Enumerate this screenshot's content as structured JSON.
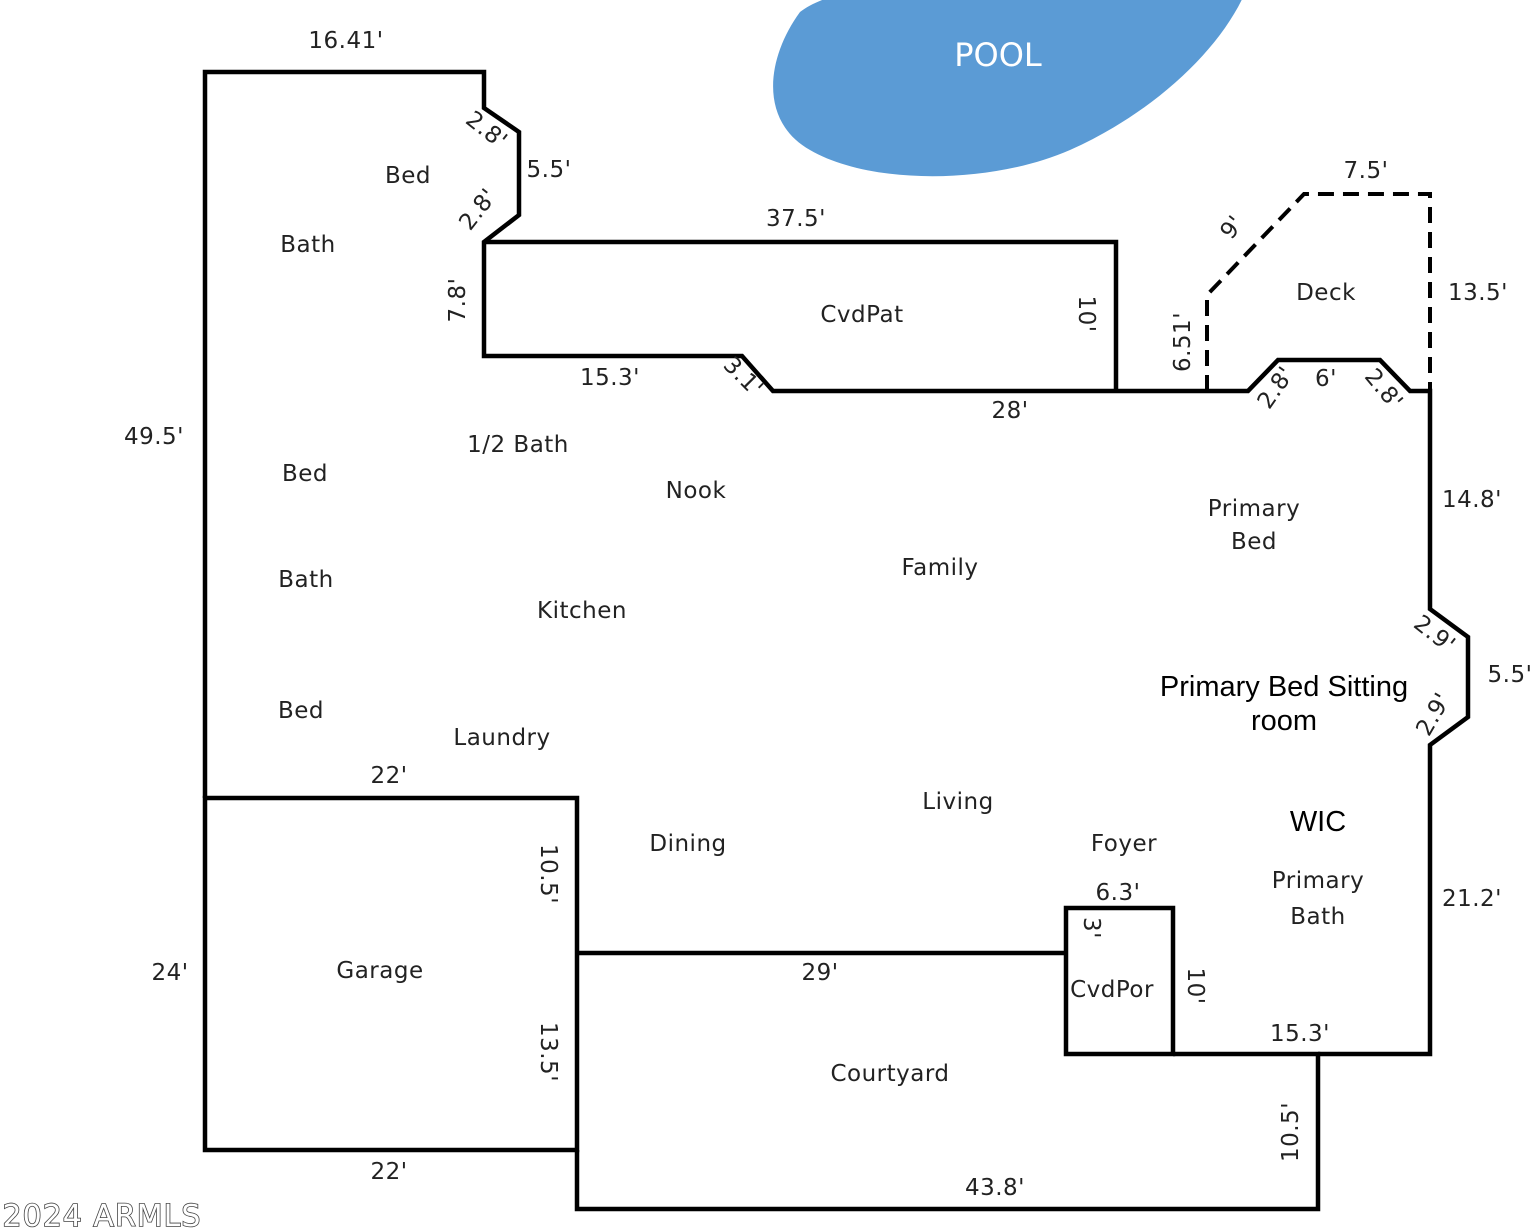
{
  "pool": {
    "label": "POOL",
    "color": "#5b9bd5"
  },
  "watermark": "2024 ARMLS",
  "rooms": {
    "bed_upper": "Bed",
    "bath_upper": "Bath",
    "cvd_patio": "CvdPat",
    "deck": "Deck",
    "half_bath": "1/2 Bath",
    "bed_middle": "Bed",
    "nook": "Nook",
    "primary_bed_line1": "Primary",
    "primary_bed_line2": "Bed",
    "family": "Family",
    "bath_middle": "Bath",
    "kitchen": "Kitchen",
    "primary_sitting_line1": "Primary Bed Sitting",
    "primary_sitting_line2": "room",
    "bed_lower": "Bed",
    "laundry": "Laundry",
    "living": "Living",
    "wic": "WIC",
    "dining": "Dining",
    "foyer": "Foyer",
    "primary_bath_line1": "Primary",
    "primary_bath_line2": "Bath",
    "garage": "Garage",
    "cvd_porch": "CvdPor",
    "courtyard": "Courtyard"
  },
  "dimensions": {
    "top_left": "16.41'",
    "notch_upper": "2.8'",
    "notch_side": "5.5'",
    "notch_lower": "2.8'",
    "patio_top": "37.5'",
    "patio_left": "7.8'",
    "patio_right": "10'",
    "patio_bottom_left": "15.3'",
    "patio_angle": "3.1'",
    "patio_bottom_right": "28'",
    "deck_diag": "9'",
    "deck_top": "7.5'",
    "deck_right": "13.5'",
    "deck_left": "6.51'",
    "bay_left": "2.8'",
    "bay_mid": "6'",
    "bay_right": "2.8'",
    "left_total": "49.5'",
    "right_upper": "14.8'",
    "sit_upper": "2.9'",
    "sit_side": "5.5'",
    "sit_lower": "2.9'",
    "right_lower": "21.2'",
    "garage_top": "22'",
    "garage_right_upper": "10.5'",
    "garage_left": "24'",
    "garage_right_lower": "13.5'",
    "garage_bottom": "22'",
    "porch_top": "6.3'",
    "porch_left": "3'",
    "porch_right": "10'",
    "courtyard_top": "29'",
    "bath_bottom": "15.3'",
    "courtyard_right": "10.5'",
    "bottom_total": "43.8'"
  }
}
